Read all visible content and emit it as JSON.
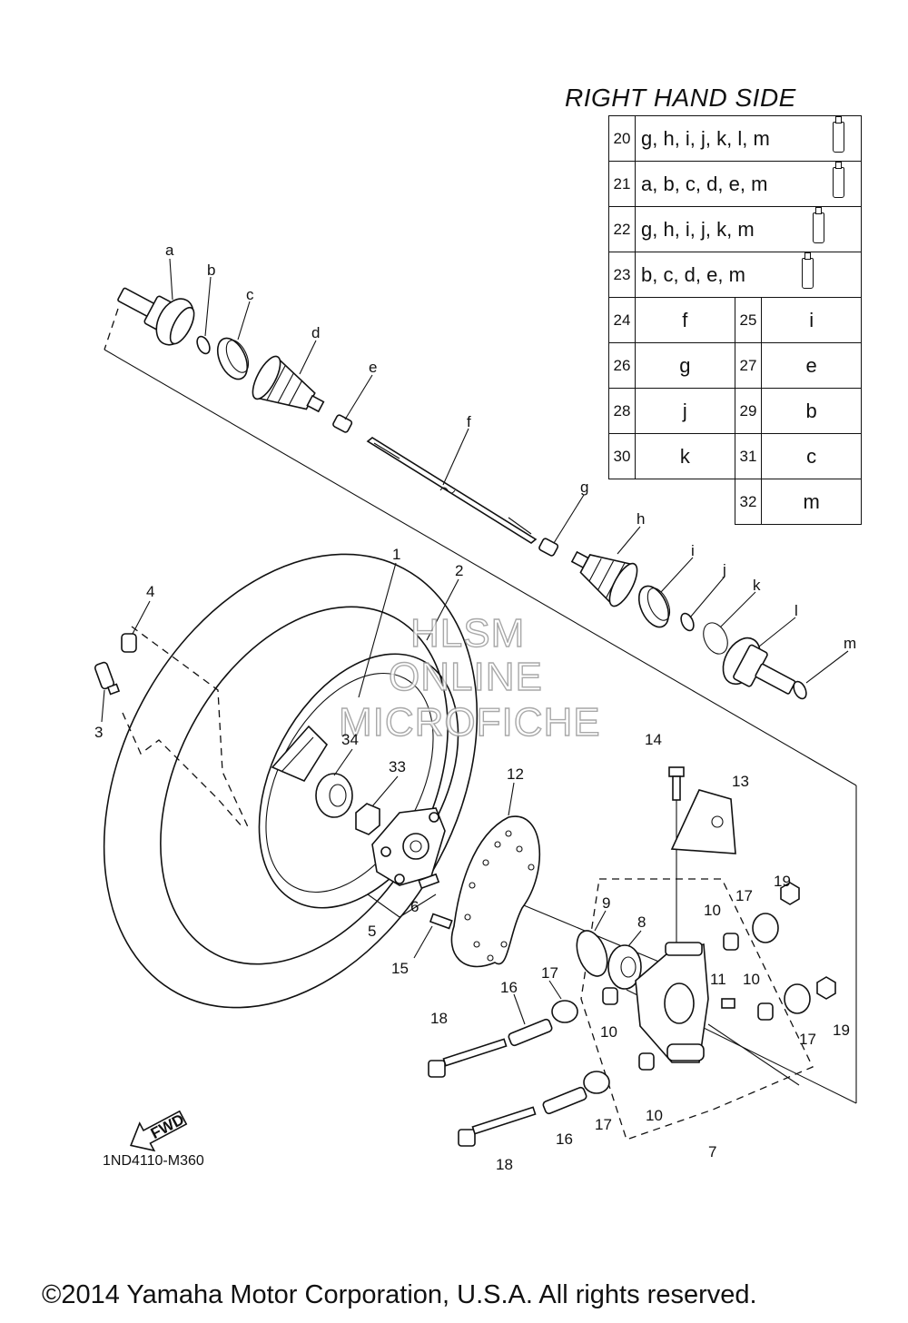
{
  "title": "RIGHT HAND SIDE",
  "kit_table": {
    "rows": [
      {
        "no": "20",
        "parts": "g, h, i, j, k, l, m"
      },
      {
        "no": "21",
        "parts": "a, b, c, d, e, m"
      },
      {
        "no": "22",
        "parts": "g, h, i, j, k, m"
      },
      {
        "no": "23",
        "parts": "b, c, d, e, m"
      }
    ],
    "pairs": [
      {
        "no": "24",
        "part": "f",
        "no2": "25",
        "part2": "i"
      },
      {
        "no": "26",
        "part": "g",
        "no2": "27",
        "part2": "e"
      },
      {
        "no": "28",
        "part": "j",
        "no2": "29",
        "part2": "b"
      },
      {
        "no": "30",
        "part": "k",
        "no2": "31",
        "part2": "c"
      },
      {
        "no2": "32",
        "part2": "m"
      }
    ],
    "grease_icon": "grease-tube-icon"
  },
  "callouts": {
    "a": "a",
    "b": "b",
    "c": "c",
    "d": "d",
    "e": "e",
    "f": "f",
    "g": "g",
    "h": "h",
    "i": "i",
    "j": "j",
    "k": "k",
    "l": "l",
    "m": "m",
    "n1": "1",
    "n2": "2",
    "n3": "3",
    "n4": "4",
    "n5": "5",
    "n6": "6",
    "n7": "7",
    "n8": "8",
    "n9": "9",
    "n10a": "10",
    "n10b": "10",
    "n10c": "10",
    "n10d": "10",
    "n11": "11",
    "n12": "12",
    "n13": "13",
    "n14": "14",
    "n15": "15",
    "n16a": "16",
    "n16b": "16",
    "n17a": "17",
    "n17b": "17",
    "n17c": "17",
    "n17d": "17",
    "n18a": "18",
    "n18b": "18",
    "n19a": "19",
    "n19b": "19",
    "n33": "33",
    "n34": "34"
  },
  "fwd_label": "FWD",
  "watermark": [
    "HLSM",
    "ONLINE",
    "MICROFICHE"
  ],
  "ref_code": "1ND4110-M360",
  "copyright": "©2014 Yamaha Motor Corporation, U.S.A. All rights reserved."
}
